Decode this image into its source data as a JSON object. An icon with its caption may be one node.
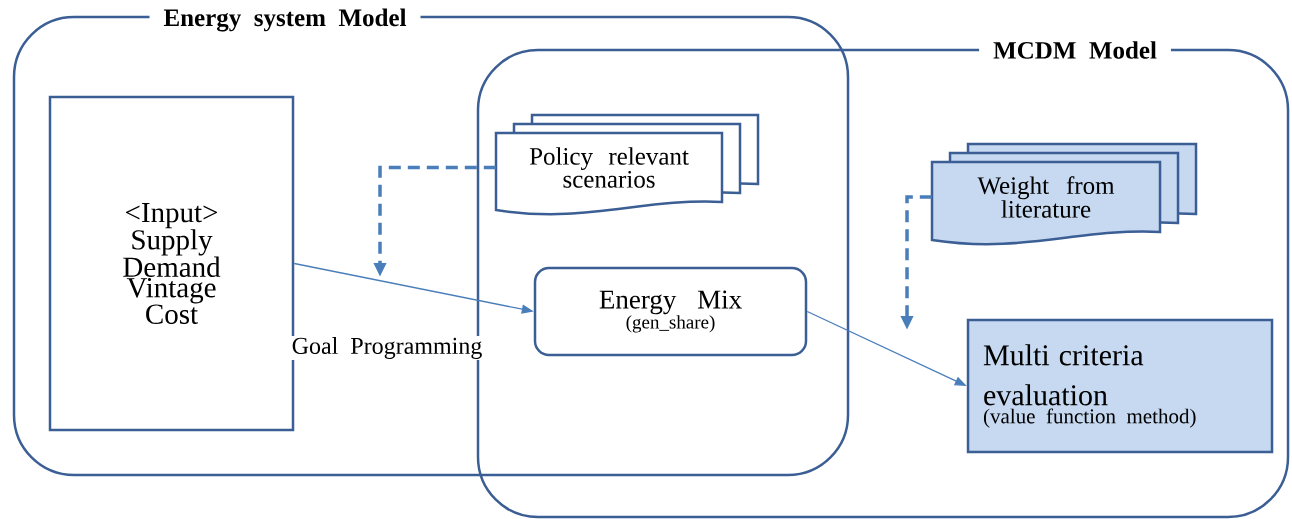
{
  "diagram": {
    "nodes": [
      {
        "text": [
          "Energy system Model"
        ]
      },
      {
        "text": [
          "MCDM Model"
        ]
      },
      {
        "text": [
          "<Input> Supply Demand Vintage Cost"
        ],
        "in": 0
      },
      {
        "text": [
          "Policy relevant scenarios"
        ]
      },
      {
        "text": [
          "Energy Mix",
          "(gen_share)"
        ]
      },
      {
        "text": [
          "Weight from literature"
        ],
        "in": 1
      },
      {
        "text": [
          "Multi criteria evaluation",
          "(value function method)"
        ],
        "in": 1
      }
    ],
    "edges": [
      {
        "from": 2,
        "to": 4,
        "arrow": "to",
        "label": "Goal Programming"
      },
      {
        "from": 4,
        "to": 6,
        "arrow": "to"
      },
      {
        "from": 3,
        "to": null,
        "arrow": "to",
        "style": "dashed"
      },
      {
        "from": 5,
        "to": null,
        "arrow": "to",
        "style": "dashed"
      }
    ]
  }
}
